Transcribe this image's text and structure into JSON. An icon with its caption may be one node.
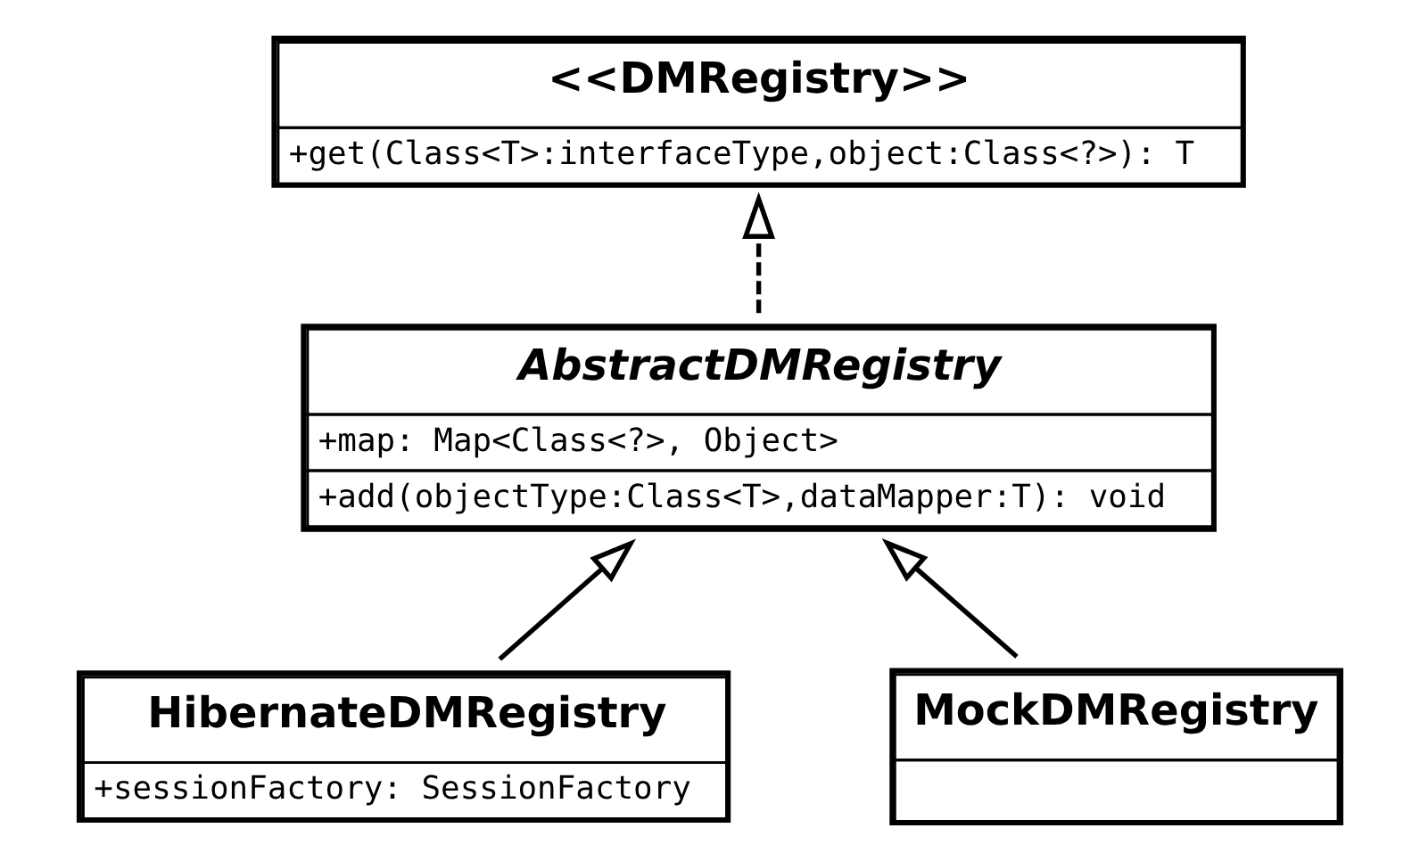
{
  "diagram": {
    "nodes": [
      {
        "text": [
          "<<DMRegistry>>",
          "+get(Class<T>:interfaceType,object:Class<?>): T"
        ]
      },
      {
        "text": [
          "AbstractDMRegistry",
          "+map: Map<Class<?>, Object>",
          "+add(objectType:Class<T>,dataMapper:T): void"
        ]
      },
      {
        "text": [
          "HibernateDMRegistry",
          "+sessionFactory: SessionFactory"
        ]
      },
      {
        "text": [
          "MockDMRegistry"
        ]
      }
    ],
    "edges": [
      {
        "from": 1,
        "to": 0,
        "arrow": "to",
        "style": "dashed"
      },
      {
        "from": 2,
        "to": 1,
        "arrow": "to"
      },
      {
        "from": 3,
        "to": 1,
        "arrow": "to"
      }
    ]
  }
}
